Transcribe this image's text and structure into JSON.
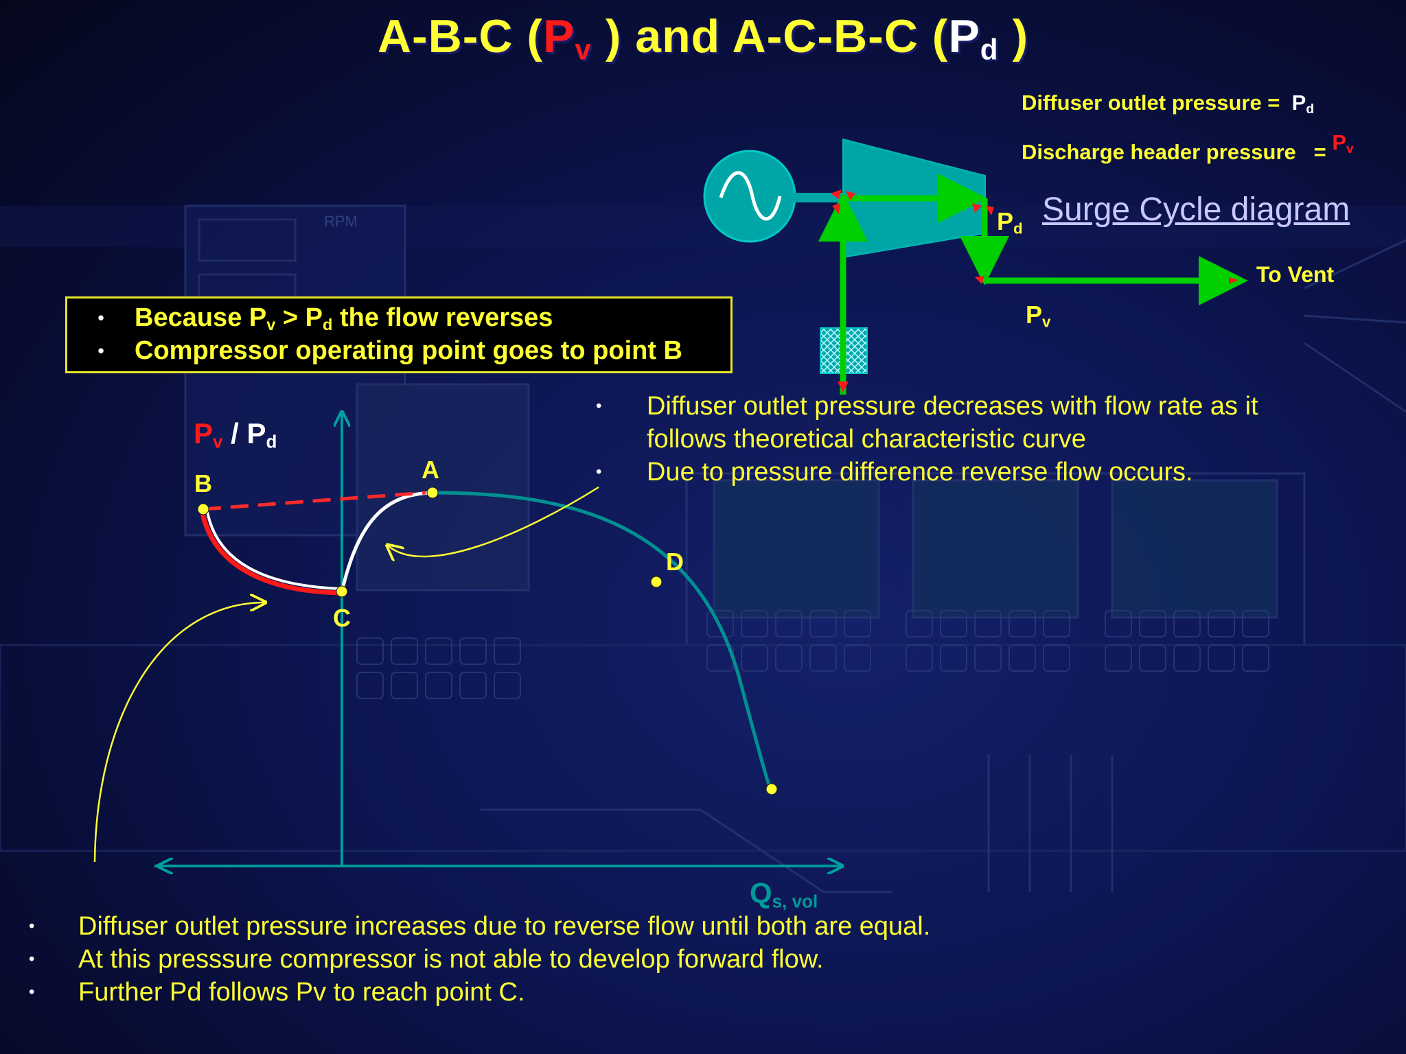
{
  "title": {
    "part1": "A-B-C (",
    "pv_p": "P",
    "pv_sub": "v",
    "part2": " ) and A-C-B-C (",
    "pd_p": "P",
    "pd_sub": "d",
    "part3": " )"
  },
  "legend": {
    "diffuser_label": "Diffuser outlet pressure =",
    "diffuser_symbol": "P",
    "diffuser_sub": "d",
    "discharge_label": "Discharge header pressure",
    "discharge_eq": "=",
    "discharge_symbol": "P",
    "discharge_sub": "v"
  },
  "surge_link": "Surge Cycle diagram",
  "schematic": {
    "pd_label": "P",
    "pd_sub": "d",
    "pv_label": "P",
    "pv_sub": "v",
    "vent_label": "To Vent"
  },
  "callout": {
    "line1_a": "Because P",
    "line1_sub1": "v",
    "line1_b": " > P",
    "line1_sub2": "d",
    "line1_c": " the flow reverses",
    "line2": "Compressor operating point goes to point B",
    "bullet": "•"
  },
  "notes_top": [
    "Diffuser outlet pressure decreases with flow rate as it follows theoretical characteristic curve",
    "Due to pressure difference reverse flow occurs."
  ],
  "notes_bottom": [
    "Diffuser outlet pressure increases due to reverse flow until both are equal.",
    "At this presssure  compressor is not able to develop forward flow.",
    "Further Pd follows Pv to reach point C."
  ],
  "graph": {
    "y_label_pv": "P",
    "y_label_pv_sub": "v",
    "y_label_sep": " / ",
    "y_label_pd": "P",
    "y_label_pd_sub": "d",
    "x_label": "Q",
    "x_label_sub": "s,  vol",
    "points": {
      "A": "A",
      "B": "B",
      "C": "C",
      "D": "D"
    }
  },
  "colors": {
    "yellow": "#ffff33",
    "teal": "#008f8f",
    "green": "#00d000",
    "red": "#ff1a1a"
  },
  "background_text": "RPM"
}
